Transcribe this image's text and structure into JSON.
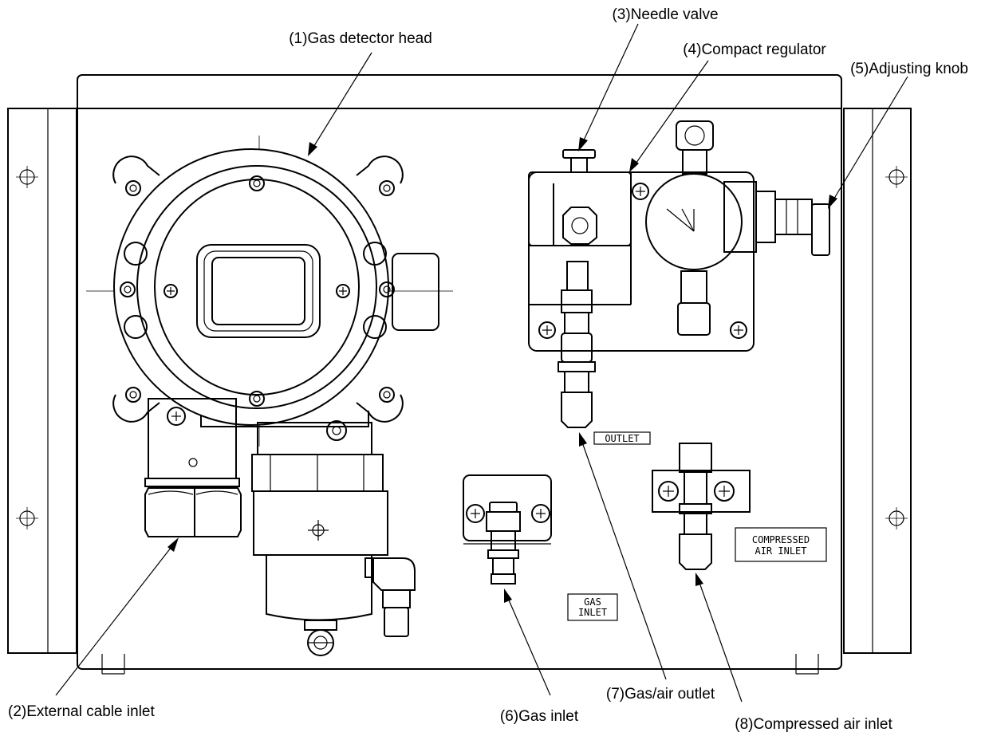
{
  "callouts": {
    "c1": "(1)Gas detector head",
    "c2": "(2)External cable inlet",
    "c3": "(3)Needle valve",
    "c4": "(4)Compact regulator",
    "c5": "(5)Adjusting knob",
    "c6": "(6)Gas inlet",
    "c7": "(7)Gas/air outlet",
    "c8": "(8)Compressed air inlet"
  },
  "panel_tags": {
    "outlet": "OUTLET",
    "gas_inlet_l1": "GAS",
    "gas_inlet_l2": "INLET",
    "air_inlet_l1": "COMPRESSED",
    "air_inlet_l2": "AIR INLET"
  }
}
